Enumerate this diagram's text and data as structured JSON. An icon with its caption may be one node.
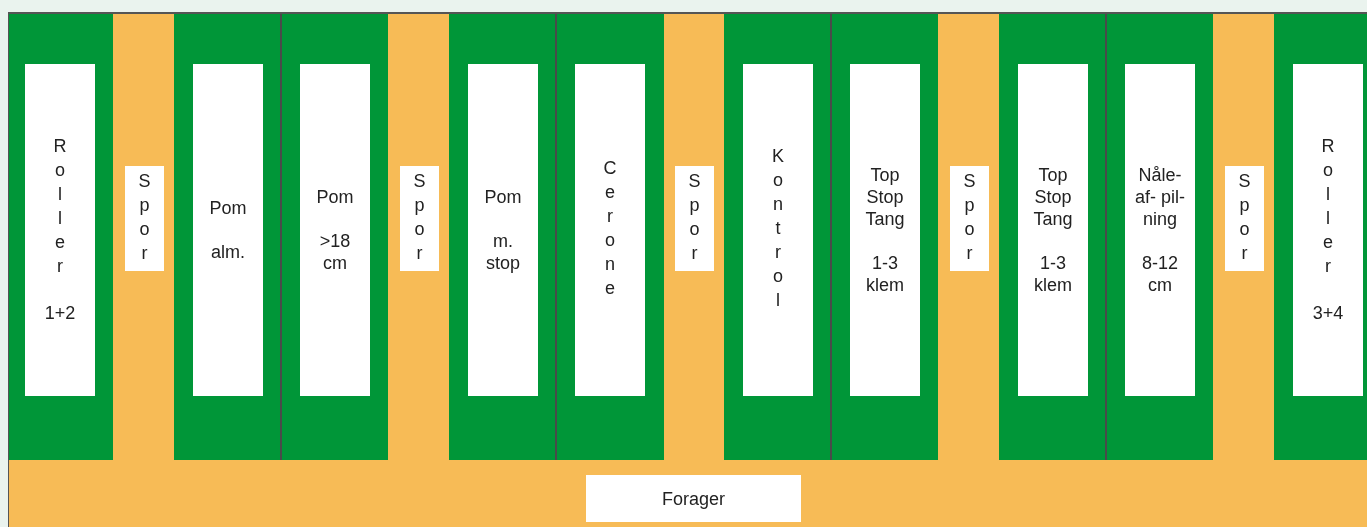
{
  "diagram": {
    "nodes": [
      {
        "text": [
          "Roller",
          "1+2"
        ]
      },
      {
        "text": [
          "Spor"
        ]
      },
      {
        "text": [
          "Pom",
          "alm."
        ]
      },
      {
        "text": [
          "Pom",
          ">18 cm"
        ]
      },
      {
        "text": [
          "Spor"
        ]
      },
      {
        "text": [
          "Pom",
          "m. stop"
        ]
      },
      {
        "text": [
          "Cerone"
        ]
      },
      {
        "text": [
          "Spor"
        ]
      },
      {
        "text": [
          "Kontrol"
        ]
      },
      {
        "text": [
          "Top Stop Tang",
          "1-3 klem"
        ]
      },
      {
        "text": [
          "Spor"
        ]
      },
      {
        "text": [
          "Top Stop Tang",
          "1-3 klem"
        ]
      },
      {
        "text": [
          "Nåle- af- pil- ning",
          "8-12 cm"
        ]
      },
      {
        "text": [
          "Spor"
        ]
      },
      {
        "text": [
          "Roller",
          "3+4"
        ]
      },
      {
        "text": [
          "Forager"
        ]
      }
    ],
    "edges": []
  }
}
